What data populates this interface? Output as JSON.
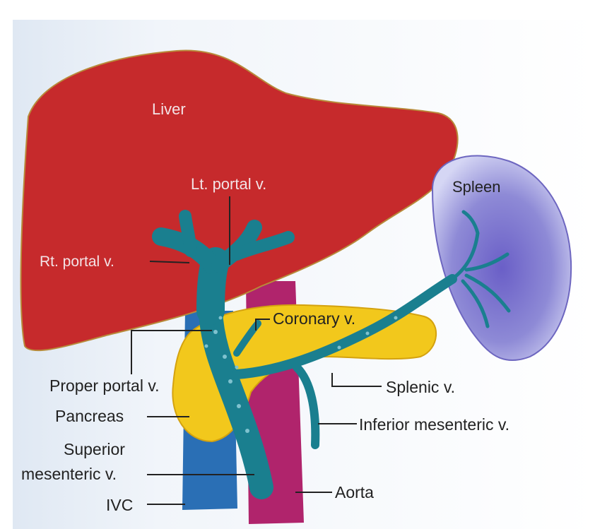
{
  "diagram": {
    "organs": {
      "liver": "Liver",
      "spleen": "Spleen",
      "pancreas": "Pancreas"
    },
    "vessels": {
      "lt_portal": "Lt. portal v.",
      "rt_portal": "Rt. portal v.",
      "coronary": "Coronary v.",
      "proper_portal": "Proper portal v.",
      "splenic": "Splenic v.",
      "inferior_mesenteric": "Inferior mesenteric v.",
      "superior_mesenteric_line1": "Superior",
      "superior_mesenteric_line2": "mesenteric v.",
      "aorta": "Aorta",
      "ivc": "IVC"
    },
    "colors": {
      "liver": "#c62a2c",
      "spleen": "#8e8ad6",
      "pancreas": "#f2c81c",
      "portal_system": "#1a7f8f",
      "ivc": "#2a6fb5",
      "aorta": "#b0246c"
    }
  }
}
